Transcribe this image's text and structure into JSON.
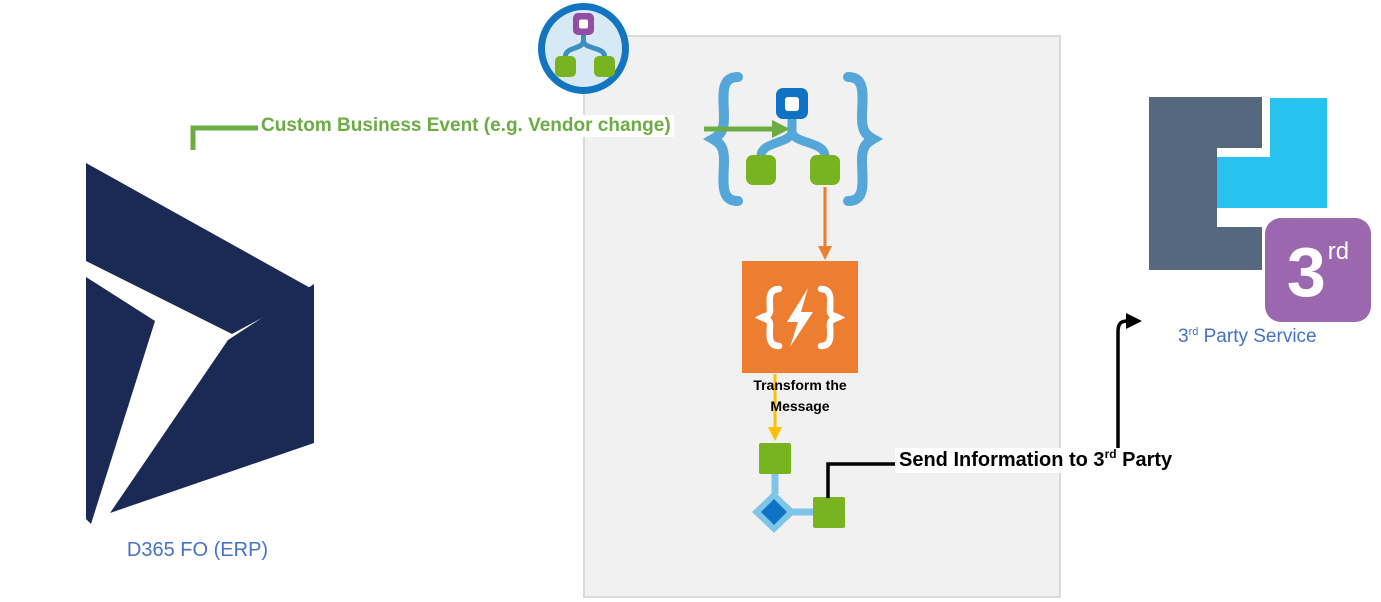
{
  "labels": {
    "custom_event": "Custom Business Event (e.g. Vendor change)",
    "transform_line1": "Transform the",
    "transform_line2": "Message",
    "send_prefix": "Send Information to 3",
    "send_sup": "rd",
    "send_suffix": " Party",
    "d365": "D365 FO (ERP)",
    "third_party_prefix": "3",
    "third_party_sup": "rd",
    "third_party_suffix": " Party Service",
    "badge_number": "3",
    "badge_sup": "rd"
  },
  "icons": {
    "logic_app_badge": "circle-workflow-tree-icon",
    "workflow": "curly-braces-workflow-tree-icon",
    "transform": "braces-lightning-bolt-icon",
    "condition": "diamond-condition-icon",
    "action": "green-action-square-icon",
    "d365_logo": "dynamics-365-pennant-icon",
    "third_party_connector": "interlocking-squares-connector-icon"
  },
  "colors": {
    "navy": "#1B2A55",
    "label_blue": "#4472C4",
    "green_text": "#6CAC44",
    "green": "#77B41F",
    "light_blue": "#55A7D9",
    "pale_blue": "#7EC5E8",
    "node_blue": "#1072C3",
    "diamond_blue": "#1173C6",
    "orange": "#ED7D31",
    "yellow": "#FFC000",
    "slate": "#55687E",
    "cyan": "#27C2EE",
    "purple": "#9B67AE",
    "icon_purple": "#8F4DA4",
    "circle_blue": "#1375C0",
    "circle_fill": "#D8E9F6",
    "branch_blue": "#3C8FC0",
    "panel_bg": "#F1F1F1",
    "panel_border": "#DADADA",
    "black": "#000000"
  }
}
